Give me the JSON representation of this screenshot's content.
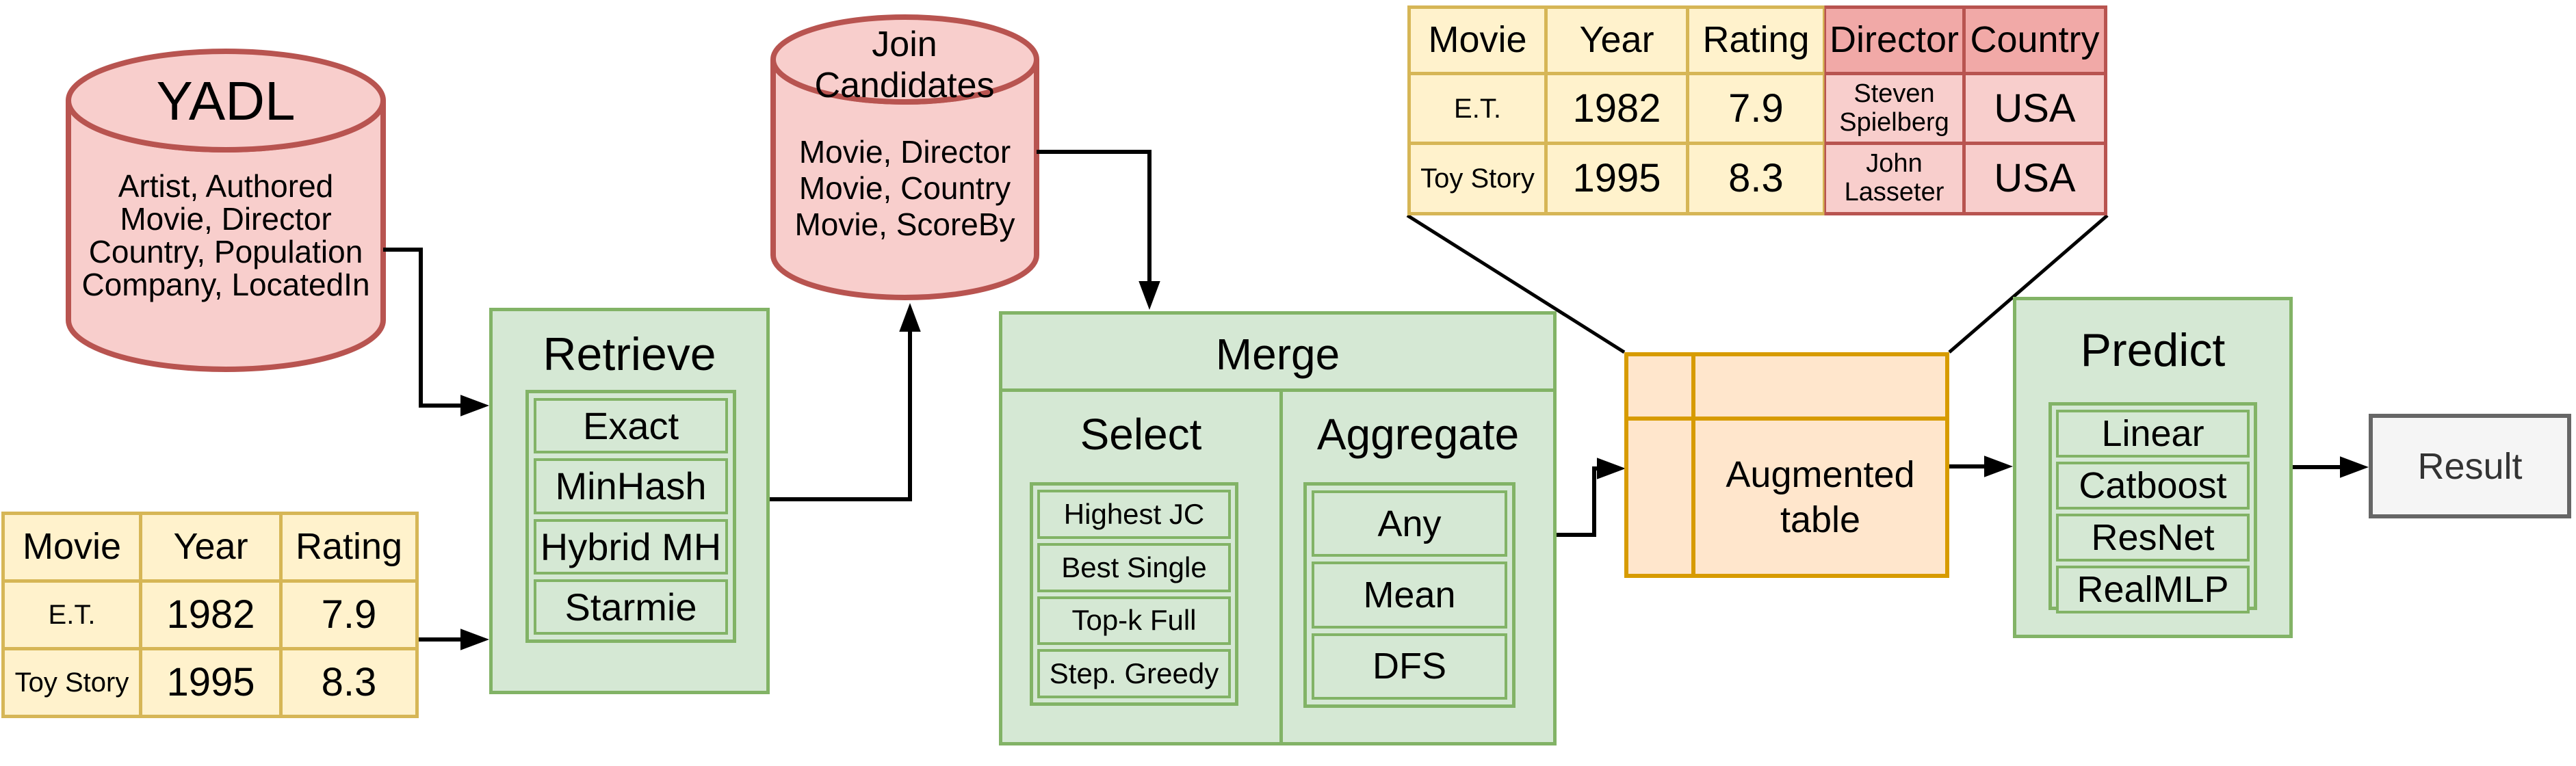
{
  "colors": {
    "pink_fill": "#f8cecc",
    "pink_stroke": "#b85450",
    "pink_header_fill": "#f1a9a7",
    "yellow_fill": "#fff2cc",
    "yellow_stroke": "#d6b656",
    "green_fill": "#d5e8d4",
    "green_stroke": "#82b366",
    "orange_fill": "#ffe6cc",
    "orange_stroke": "#d79b00",
    "gray_fill": "#f5f5f5",
    "gray_stroke": "#666666"
  },
  "yadl": {
    "title": "YADL",
    "tables": [
      "Artist, Authored",
      "Movie, Director",
      "Country, Population",
      "Company, LocatedIn"
    ]
  },
  "input_table": {
    "headers": [
      "Movie",
      "Year",
      "Rating"
    ],
    "rows": [
      [
        "E.T.",
        "1982",
        "7.9"
      ],
      [
        "Toy Story",
        "1995",
        "8.3"
      ]
    ]
  },
  "retrieve": {
    "title": "Retrieve",
    "methods": [
      "Exact",
      "MinHash",
      "Hybrid MH",
      "Starmie"
    ]
  },
  "join_candidates": {
    "title": "Join Candidates",
    "pairs": [
      "Movie, Director",
      "Movie, Country",
      "Movie, ScoreBy"
    ]
  },
  "merge": {
    "title": "Merge",
    "select": {
      "title": "Select",
      "methods": [
        "Highest JC",
        "Best Single",
        "Top-k Full",
        "Step. Greedy"
      ]
    },
    "aggregate": {
      "title": "Aggregate",
      "methods": [
        "Any",
        "Mean",
        "DFS"
      ]
    }
  },
  "augmented_table": {
    "label": "Augmented table"
  },
  "augmented_table_detail": {
    "headers": [
      "Movie",
      "Year",
      "Rating",
      "Director",
      "Country"
    ],
    "rows": [
      [
        "E.T.",
        "1982",
        "7.9",
        "Steven Spielberg",
        "USA"
      ],
      [
        "Toy Story",
        "1995",
        "8.3",
        "John Lasseter",
        "USA"
      ]
    ]
  },
  "predict": {
    "title": "Predict",
    "models": [
      "Linear",
      "Catboost",
      "ResNet",
      "RealMLP"
    ]
  },
  "result": {
    "label": "Result"
  }
}
